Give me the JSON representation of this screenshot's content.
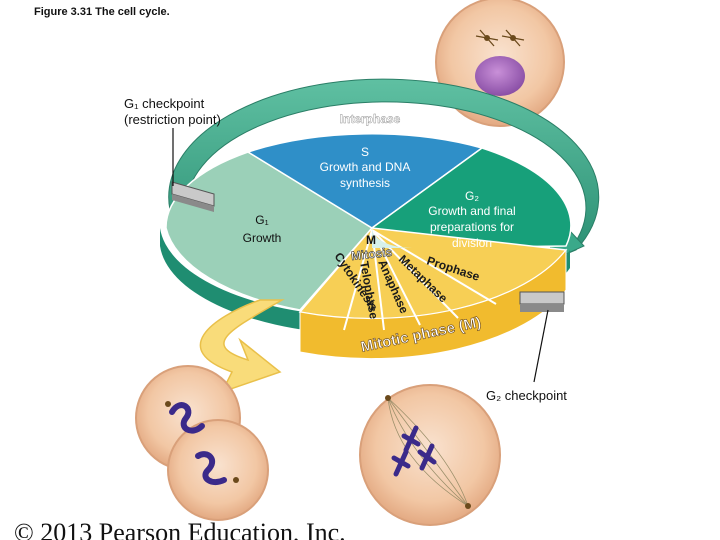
{
  "figure": {
    "caption": "Figure 3.31 The cell cycle."
  },
  "labels": {
    "g1_checkpoint": "G₁ checkpoint",
    "g1_checkpoint_sub": "(restriction point)",
    "interphase": "Interphase",
    "s_title": "S",
    "s_desc1": "Growth and DNA",
    "s_desc2": "synthesis",
    "g2_title": "G₂",
    "g2_desc1": "Growth and final",
    "g2_desc2": "preparations for",
    "g2_desc3": "division",
    "g1_title": "G₁",
    "g1_desc": "Growth",
    "m_title": "M",
    "mitosis": "Mitosis",
    "cytokinesis": "Cytokinesis",
    "telophase": "Telophase",
    "anaphase": "Anaphase",
    "metaphase": "Metaphase",
    "prophase": "Prophase",
    "mitotic_phase": "Mitotic phase (M)",
    "g2_checkpoint": "G₂ checkpoint",
    "copyright": "© 2013 Pearson Education, Inc."
  },
  "colors": {
    "interphase_ring": "#3aa98a",
    "s_phase": "#2f8fc8",
    "g2_phase": "#17a07a",
    "g1_phase": "#9bd0b8",
    "mitotic": "#f7cf55",
    "arrow": "#f9dc7a"
  }
}
